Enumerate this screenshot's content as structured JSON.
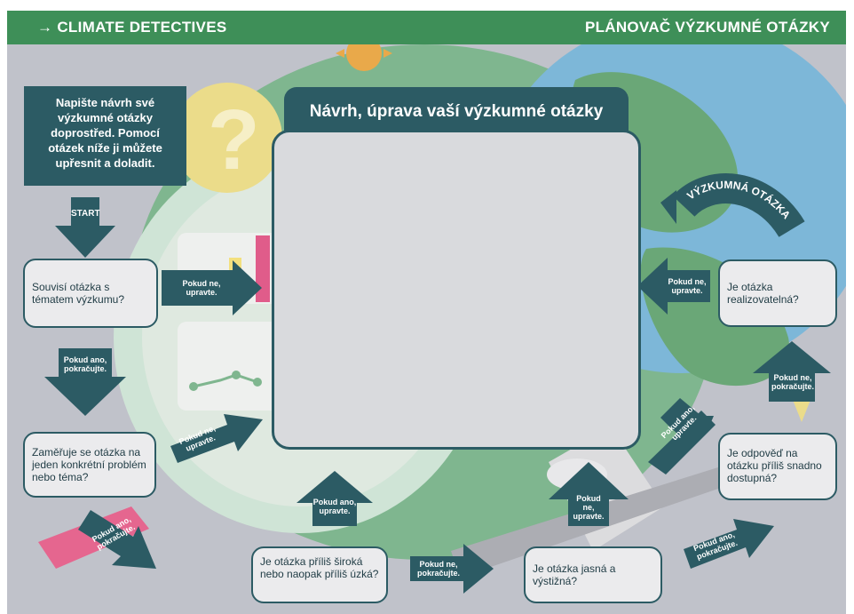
{
  "header": {
    "left_title": "→ CLIMATE DETECTIVES",
    "right_title": "PLÁNOVAČ VÝZKUMNÉ OTÁZKY"
  },
  "instruction": "Napište návrh své výzkumné otázky doprostřed. Pomocí otázek níže ji můžete upřesnit a doladit.",
  "start_label": "START",
  "main_panel": {
    "title": "Návrh, úprava vaší výzkumné otázky"
  },
  "curved_arrow_label": "VÝZKUMNÁ OTÁZKA",
  "questions": [
    "Souvisí otázka s tématem výzkumu?",
    "Zaměřuje se otázka na jeden konkrétní problém nebo téma?",
    "Je otázka příliš široká nebo naopak příliš úzká?",
    "Je otázka jasná a výstižná?",
    "Je otázka realizovatelná?",
    "Je odpověď na otázku příliš snadno dostupná?"
  ],
  "arrows": {
    "q1_right": "Pokud ne, upravte.",
    "q1_down": "Pokud ano, pokračujte.",
    "q2_right": "Pokud ne, upravte.",
    "q2_down": "Pokud ano, pokračujte.",
    "q3_up": "Pokud ano, upravte.",
    "q3_right": "Pokud ne, pokračujte.",
    "q4_up": "Pokud ne, upravte.",
    "q4_right": "Pokud ano, pokračujte.",
    "q6_up": "Pokud ne, pokračujte.",
    "q6_diag": "Pokud ano, upravte.",
    "q5_left": "Pokud ne, upravte."
  },
  "colors": {
    "header_green": "#3e8f58",
    "dark_teal": "#2c5b64",
    "background_gray": "#c0c2ca",
    "panel_gray": "#d9dadd"
  }
}
